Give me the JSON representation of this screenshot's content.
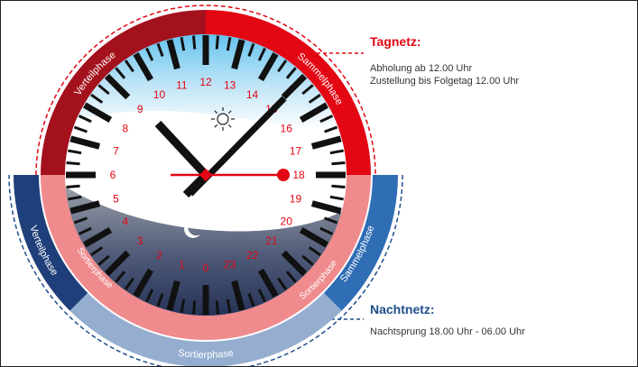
{
  "tagnetz": {
    "title": "Tagnetz:",
    "line1": "Abholung ab 12.00 Uhr",
    "line2": "Zustellung bis Folgetag 12.00 Uhr",
    "color": "#e30613"
  },
  "nachtnetz": {
    "title": "Nachtnetz:",
    "line1": "Nachtsprung 18.00 Uhr - 06.00 Uhr",
    "color": "#1f4e8c"
  },
  "day_ring": {
    "verteil": {
      "label": "Verteilphase",
      "color": "#a3111c"
    },
    "sammel": {
      "label": "Sammelphase",
      "color": "#e30613"
    },
    "sortier": {
      "label": "Sortierphase",
      "color": "#ef8a8d"
    }
  },
  "night_ring": {
    "verteil": {
      "label": "Verteilphase",
      "color": "#1f3f7a"
    },
    "sortier": {
      "label": "Sortierphase",
      "color": "#95aed0"
    },
    "sammel": {
      "label": "Sammelphase",
      "color": "#2f6db5"
    }
  },
  "clock": {
    "hours": [
      "1",
      "2",
      "3",
      "4",
      "5",
      "6",
      "7",
      "8",
      "9",
      "10",
      "11",
      "12",
      "13",
      "14",
      "15",
      "16",
      "17",
      "18",
      "19",
      "20",
      "21",
      "22",
      "23",
      "0"
    ],
    "hour_label_color": "#e30613",
    "day_sky_color": "#6ec6ef",
    "night_sky_color": "#1c2a4f",
    "sun_icon": "sun-icon",
    "moon_icon": "moon-icon"
  }
}
